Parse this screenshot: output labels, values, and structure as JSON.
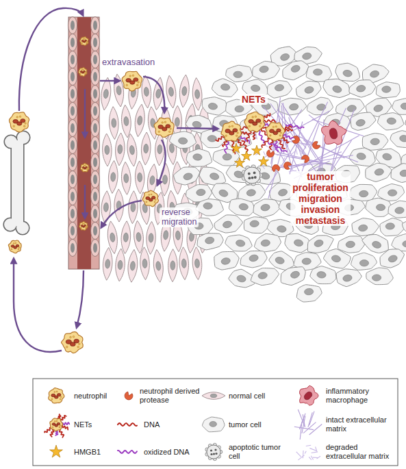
{
  "diagram": {
    "labels": [
      "extravasation",
      "reverse migration",
      "NETs",
      "tumor proliferation migration invasion metastasis"
    ],
    "legend": [
      {
        "text": "neutrophil"
      },
      {
        "text": "neutrophil derived protease"
      },
      {
        "text": "normal cell"
      },
      {
        "text": "inflammatory macrophage"
      },
      {
        "text": "NETs"
      },
      {
        "text": "DNA"
      },
      {
        "text": "tumor cell"
      },
      {
        "text": "intact extracellular matrix"
      },
      {
        "text": "HMGB1"
      },
      {
        "text": "oxidized DNA"
      },
      {
        "text": "apoptotic tumor cell"
      },
      {
        "text": "degraded extracellular matrix"
      }
    ]
  }
}
